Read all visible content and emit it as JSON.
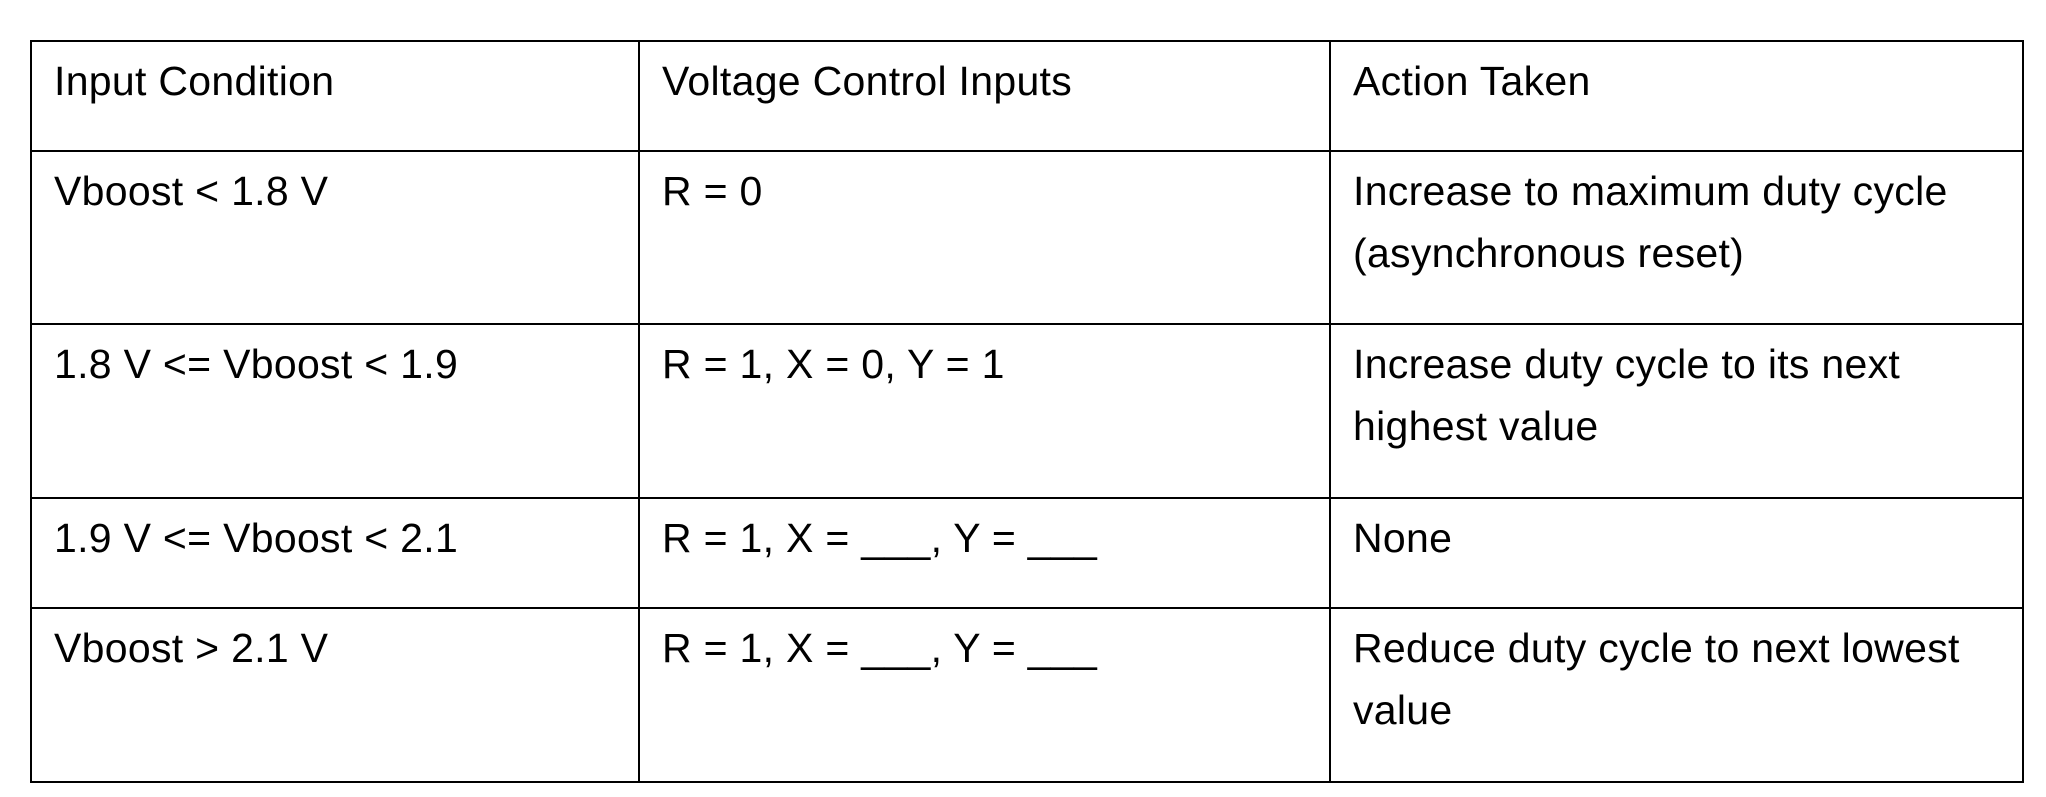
{
  "table": {
    "headers": [
      "Input Condition",
      "Voltage Control Inputs",
      "Action Taken"
    ],
    "rows": [
      [
        "Vboost <  1.8 V",
        "R = 0",
        "Increase to maximum duty cycle (asynchronous reset)"
      ],
      [
        "1.8 V <= Vboost < 1.9",
        "R = 1, X = 0, Y = 1",
        "Increase duty cycle to its next highest value"
      ],
      [
        "1.9 V <= Vboost < 2.1",
        "R = 1, X = ___, Y = ___",
        "None"
      ],
      [
        "Vboost > 2.1 V",
        "R = 1, X = ___, Y = ___",
        "Reduce duty cycle to next lowest value"
      ]
    ]
  }
}
